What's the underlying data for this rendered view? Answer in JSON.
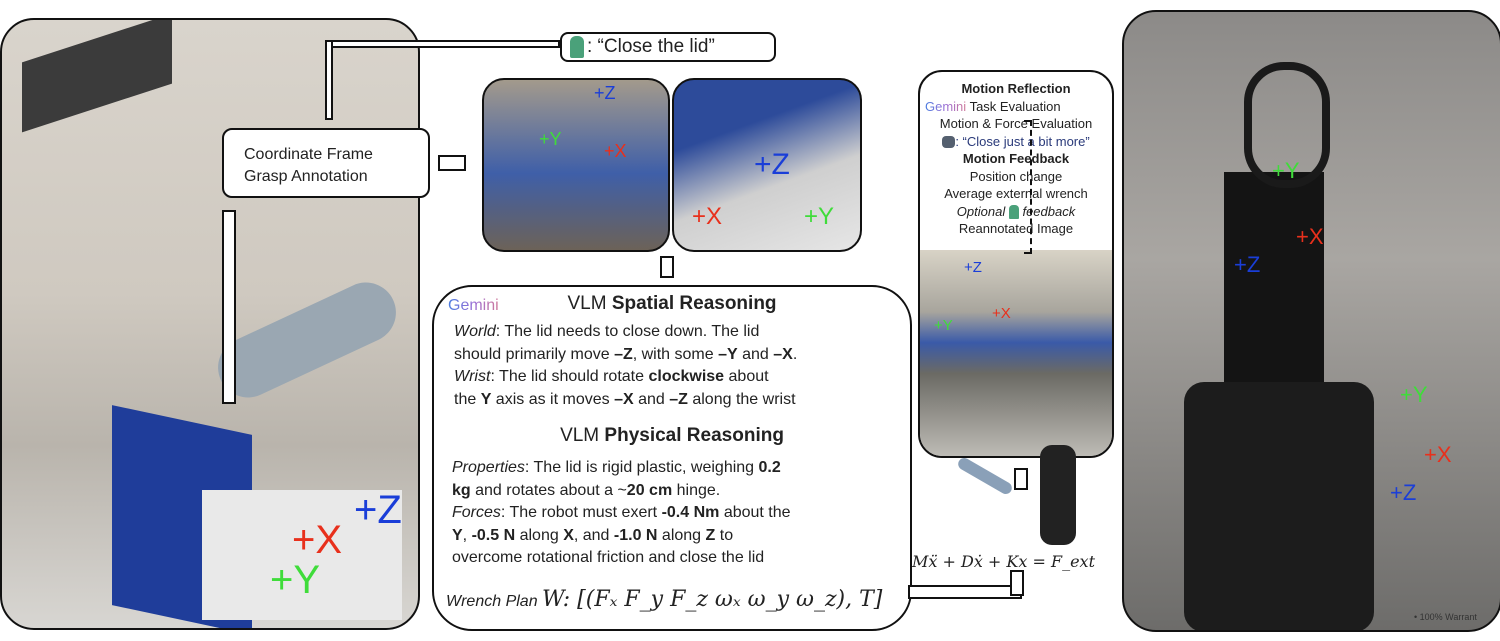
{
  "prompt": {
    "icon": "person-icon",
    "text": ": “Close the lid”"
  },
  "annotation_box": {
    "line1": "Coordinate Frame",
    "line2": "Grasp Annotation"
  },
  "left_photo_axes": {
    "x": "+X",
    "y": "+Y",
    "z": "+Z"
  },
  "center_photo1_axes": {
    "x": "+X",
    "y": "+Y",
    "z": "+Z"
  },
  "center_photo2_axes": {
    "x": "+X",
    "y": "+Y",
    "z": "+Z"
  },
  "reflection_photo_axes": {
    "x": "+X",
    "y": "+Y",
    "z": "+Z"
  },
  "right_photo_axes": {
    "top": {
      "x": "+X",
      "y": "+Y",
      "z": "+Z"
    },
    "hand": {
      "x": "+X",
      "y": "+Y",
      "z": "+Z"
    }
  },
  "reasoning": {
    "gemini": "Gemini",
    "spatial_title_pre": "VLM ",
    "spatial_title_bold": "Spatial Reasoning",
    "world_label": "World",
    "world_l1": ": The lid needs to close down. The lid",
    "world_l2a": "should primarily move ",
    "world_l2b": "–Z",
    ", ": "",
    "world_l2c": ", with some ",
    "world_l2d": "–Y",
    "world_l2e": " and ",
    "world_l2f": "–X",
    "world_l2g": ".",
    "wrist_label": "Wrist",
    "wrist_l1a": ": The lid should rotate ",
    "wrist_l1b": "clockwise",
    "wrist_l1c": " about",
    "wrist_l2a": "the ",
    "wrist_l2b": "Y",
    "wrist_l2c": " axis as it moves ",
    "wrist_l2d": "–X",
    "wrist_l2e": " and ",
    "wrist_l2f": "–Z",
    "wrist_l2g": " along the wrist",
    "physical_title_pre": "VLM ",
    "physical_title_bold": "Physical Reasoning",
    "prop_label": "Properties",
    "prop_l1a": ": The lid is rigid plastic, weighing ",
    "prop_l1b": "0.2",
    "prop_l2a": "kg",
    "prop_l2b": " and rotates about a ~",
    "prop_l2c": "20 cm",
    "prop_l2d": " hinge.",
    "force_label": "Forces",
    "force_l1a": ": The robot must exert ",
    "force_l1b": "-0.4 Nm",
    "force_l1c": " about the",
    "force_l2a": "Y",
    "force_l2b": ", ",
    "force_l2c": "-0.5 N",
    "force_l2d": " along ",
    "force_l2e": "X",
    "force_l2f": ", and ",
    "force_l2g": "-1.0 N",
    "force_l2h": " along ",
    "force_l2i": "Z",
    "force_l2j": " to",
    "force_l3": "overcome rotational friction and close the lid",
    "wrench_label": "Wrench Plan",
    "wrench_formula": "W: [(Fₓ F_y F_z ωₓ ω_y ω_z), T]"
  },
  "reflection": {
    "title": "Motion Reflection",
    "gemini": "Gemini",
    "task_eval": " Task Evaluation",
    "motion_force_eval": "Motion & Force Evaluation",
    "robot_quote": ": “Close just a bit more”",
    "feedback_title": "Motion Feedback",
    "items": [
      "Position change",
      "Average external wrench"
    ],
    "optional": "Optional",
    "feedback": "feedback",
    "reannotated": "Reannotated Image"
  },
  "equation": "Mẍ + Dẋ + Kx = F_ext",
  "watermark": "• 100% Warrant"
}
